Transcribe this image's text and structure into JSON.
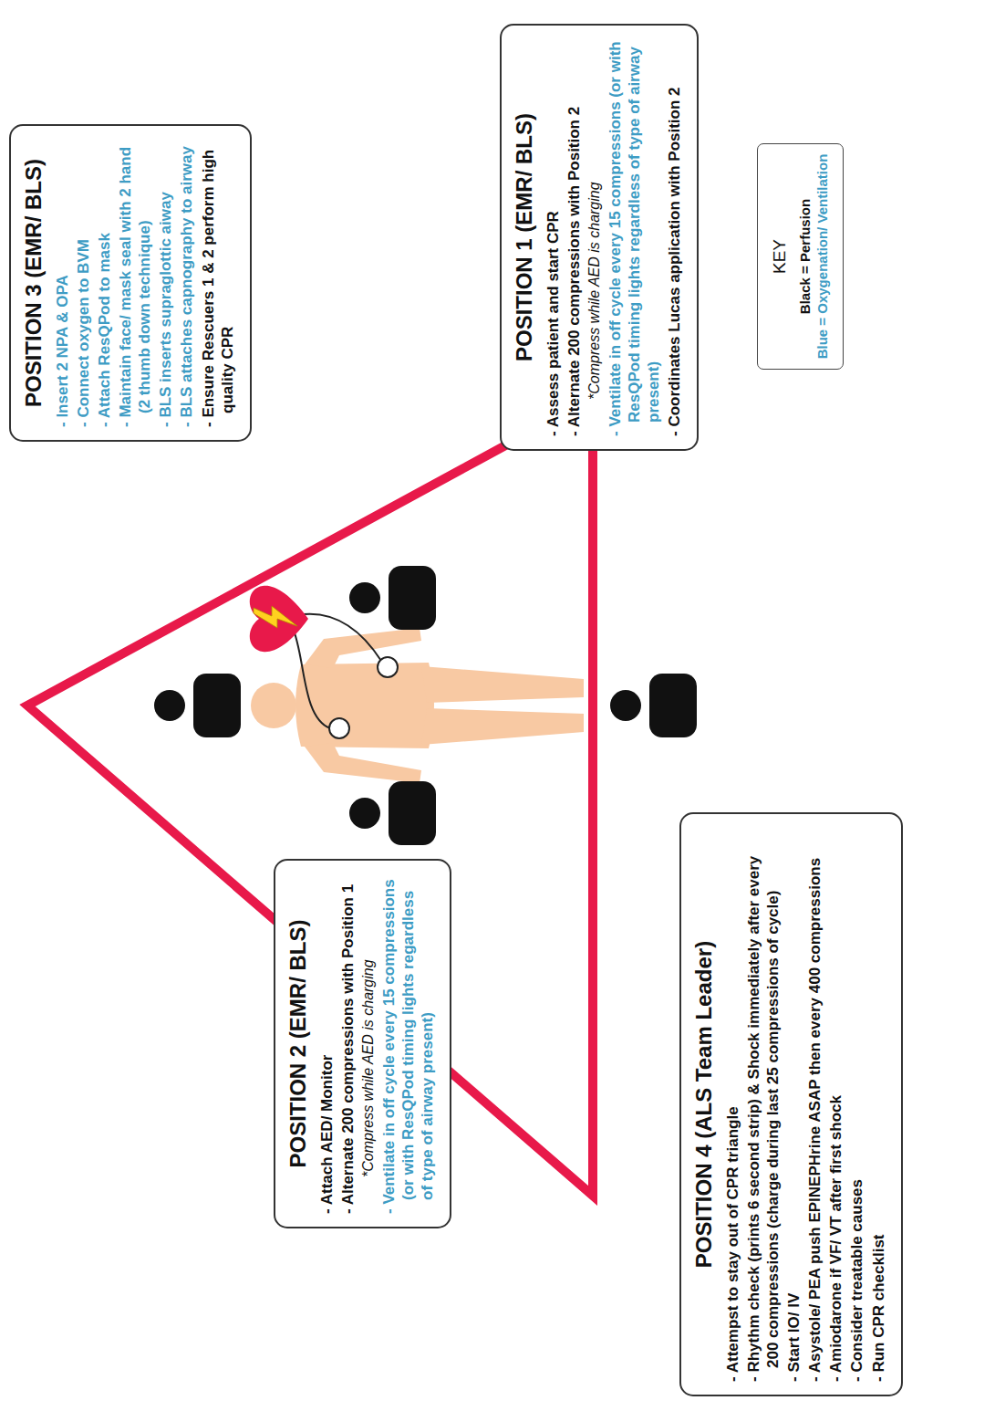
{
  "diagram": {
    "nodes": [
      {
        "text": [
          "POSITION 3 (EMR/ BLS)",
          "- Insert 2 NPA & OPA",
          "- Connect oxygen to BVM",
          "- Attach ResQPod to mask",
          "- Maintain face/ mask seal with 2 hand (2 thumb down technique)",
          "- BLS inserts supraglottic aiway",
          "- BLS attaches capnography to airway",
          "- Ensure Rescuers 1 & 2 perform high quality CPR"
        ]
      },
      {
        "text": [
          "POSITION 1 (EMR/ BLS)",
          "- Assess patient and start CPR",
          "- Alternate 200 compressions with Position 2",
          "*Compress while AED is charging",
          "- Ventilate in off cycle every 15 compressions (or with ResQPod timing lights regardless of type of airway present)",
          "- Coordinates Lucas application with Position 2"
        ]
      },
      {
        "text": [
          "POSITION 2 (EMR/ BLS)",
          "- Attach AED/ Monitor",
          "- Alternate 200 compressions with Position 1",
          "*Compress while AED is charging",
          "- Ventilate in off cycle every 15 compressions (or with ResQPod timing lights regardless of type of airway present)"
        ]
      },
      {
        "text": [
          "POSITION 4 (ALS Team Leader)",
          "- Attempst to stay out of CPR triangle",
          "- Rhythm check (prints 6 second strip) & Shock immediately after every 200 compressions (charge during last 25 compressions of cycle)",
          "- Start IO/ IV",
          "- Asystole/ PEA push EPINEPHrine ASAP then every 400 compressions",
          "- Amiodarone if VF/ VT after first shock",
          "- Consider treatable causes",
          "- Run CPR checklist"
        ]
      },
      {
        "text": [
          "KEY"
        ]
      }
    ],
    "legend": [
      {
        "text": "Black = Perfusion",
        "color": "#111111"
      },
      {
        "text": "Blue = Oxygenation/ Ventilation",
        "color": "#3d9cc4"
      }
    ]
  }
}
